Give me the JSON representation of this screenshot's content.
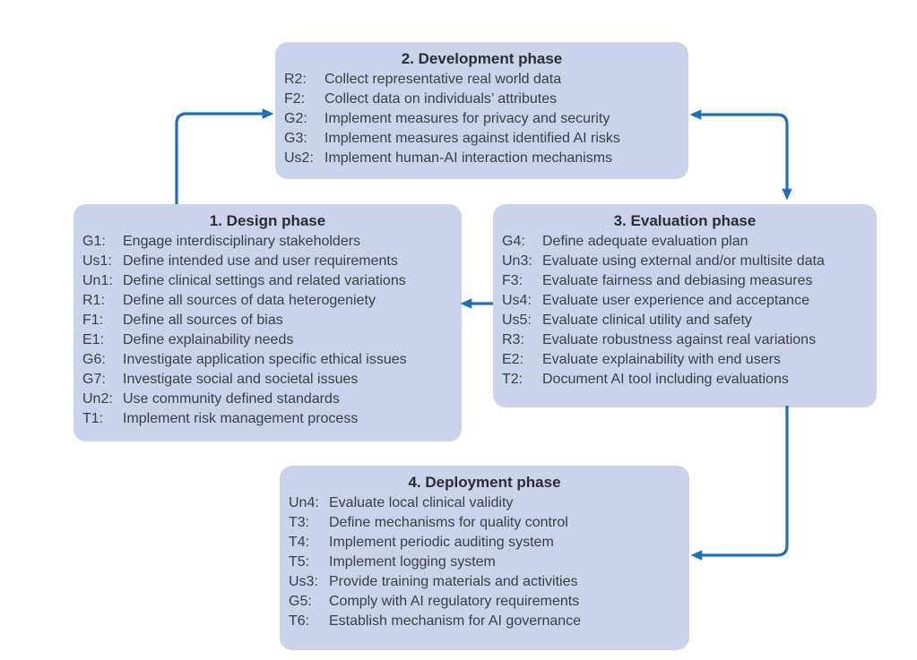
{
  "figure": {
    "background": "#ffffff",
    "box_fill": "#c9d3ec",
    "title_color": "#2d2d30",
    "text_color": "#3e3e41",
    "arrow_color": "#1e70b8"
  },
  "phases": {
    "development": {
      "title": "2. Development phase",
      "items": [
        {
          "code": "R2:",
          "text": "Collect representative real world data"
        },
        {
          "code": "F2:",
          "text": "Collect data on individuals’ attributes"
        },
        {
          "code": "G2:",
          "text": "Implement measures for privacy and security"
        },
        {
          "code": "G3:",
          "text": "Implement measures against identified AI risks"
        },
        {
          "code": "Us2:",
          "text": "Implement human-AI interaction mechanisms"
        }
      ]
    },
    "design": {
      "title": "1. Design phase",
      "items": [
        {
          "code": "G1:",
          "text": "Engage interdisciplinary stakeholders"
        },
        {
          "code": "Us1:",
          "text": "Define intended use and user requirements"
        },
        {
          "code": "Un1:",
          "text": "Define clinical settings and related variations"
        },
        {
          "code": "R1:",
          "text": "Define all sources of data heterogeniety"
        },
        {
          "code": "F1:",
          "text": "Define all sources of bias"
        },
        {
          "code": "E1:",
          "text": "Define explainability needs"
        },
        {
          "code": "G6:",
          "text": "Investigate application specific ethical issues"
        },
        {
          "code": "G7:",
          "text": "Investigate social and societal issues"
        },
        {
          "code": "Un2:",
          "text": "Use community defined standards"
        },
        {
          "code": "T1:",
          "text": "Implement risk management process"
        }
      ]
    },
    "evaluation": {
      "title": "3. Evaluation phase",
      "items": [
        {
          "code": "G4:",
          "text": "Define adequate evaluation plan"
        },
        {
          "code": "Un3:",
          "text": "Evaluate using external and/or multisite data"
        },
        {
          "code": "F3:",
          "text": "Evaluate fairness and debiasing measures"
        },
        {
          "code": "Us4:",
          "text": "Evaluate user experience and acceptance"
        },
        {
          "code": "Us5:",
          "text": "Evaluate clinical utility and safety"
        },
        {
          "code": "R3:",
          "text": "Evaluate robustness against real variations"
        },
        {
          "code": "E2:",
          "text": "Evaluate explainability with end users"
        },
        {
          "code": "T2:",
          "text": "Document AI tool including evaluations"
        }
      ]
    },
    "deployment": {
      "title": "4. Deployment phase",
      "items": [
        {
          "code": "Un4:",
          "text": "Evaluate local clinical validity"
        },
        {
          "code": "T3:",
          "text": "Define mechanisms for quality control"
        },
        {
          "code": "T4:",
          "text": "Implement periodic auditing system"
        },
        {
          "code": "T5:",
          "text": "Implement logging system"
        },
        {
          "code": "Us3:",
          "text": "Provide training materials and activities"
        },
        {
          "code": "G5:",
          "text": "Comply with AI regulatory requirements"
        },
        {
          "code": "T6:",
          "text": "Establish mechanism for AI governance"
        }
      ]
    }
  },
  "connections": [
    {
      "from": "design",
      "to": "development",
      "bidirectional": false
    },
    {
      "from": "development",
      "to": "evaluation",
      "bidirectional": true
    },
    {
      "from": "evaluation",
      "to": "design",
      "bidirectional": false
    },
    {
      "from": "evaluation",
      "to": "deployment",
      "bidirectional": false
    }
  ]
}
